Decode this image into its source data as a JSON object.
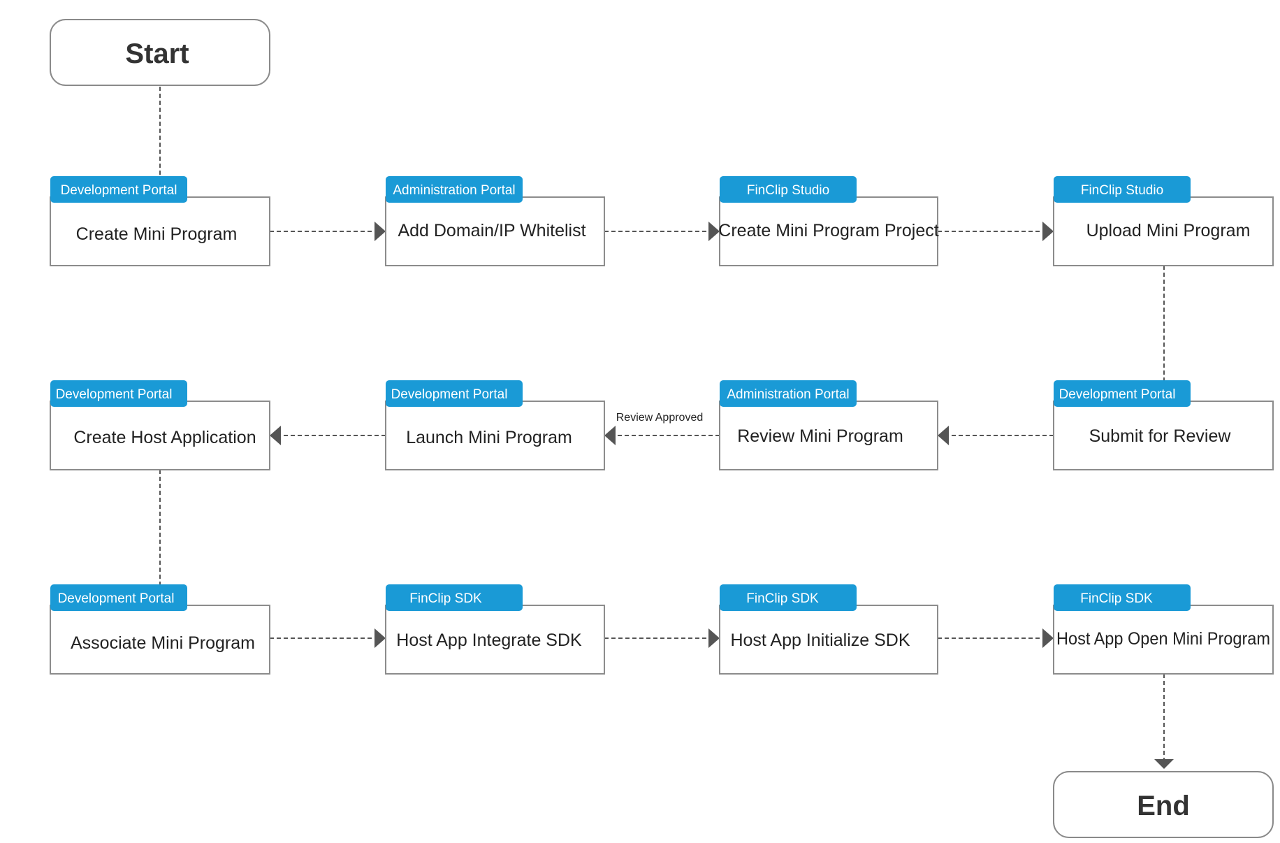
{
  "diagram": {
    "start": {
      "label": "Start"
    },
    "end": {
      "label": "End"
    },
    "steps": [
      {
        "id": "create-mini-program",
        "label": "Create Mini Program",
        "tag": "Development Portal"
      },
      {
        "id": "add-domain-ip-whitelist",
        "label": "Add Domain/IP Whitelist",
        "tag": "Administration Portal"
      },
      {
        "id": "create-mini-program-project",
        "label": "Create Mini Program Project",
        "tag": "FinClip Studio"
      },
      {
        "id": "upload-mini-program",
        "label": "Upload Mini Program",
        "tag": "FinClip Studio"
      },
      {
        "id": "submit-for-review",
        "label": "Submit for Review",
        "tag": "Development Portal"
      },
      {
        "id": "review-mini-program",
        "label": "Review Mini Program",
        "tag": "Administration Portal"
      },
      {
        "id": "launch-mini-program",
        "label": "Launch Mini Program",
        "tag": "Development Portal"
      },
      {
        "id": "create-host-application",
        "label": "Create Host Application",
        "tag": "Development Portal"
      },
      {
        "id": "associate-mini-program",
        "label": "Associate Mini Program",
        "tag": "Development Portal"
      },
      {
        "id": "host-app-integrate-sdk",
        "label": "Host App Integrate SDK",
        "tag": "FinClip SDK"
      },
      {
        "id": "host-app-initialize-sdk",
        "label": "Host App Initialize SDK",
        "tag": "FinClip SDK"
      },
      {
        "id": "host-app-open-mini-program",
        "label": "Host App Open Mini Program",
        "tag": "FinClip SDK"
      }
    ],
    "edge_labels": {
      "review_approved": "Review Approved"
    },
    "colors": {
      "tag_background": "#1a9ad6",
      "tag_text": "#ffffff",
      "box_border": "#8c8c8c",
      "connector": "#555555",
      "background": "#ffffff"
    }
  }
}
